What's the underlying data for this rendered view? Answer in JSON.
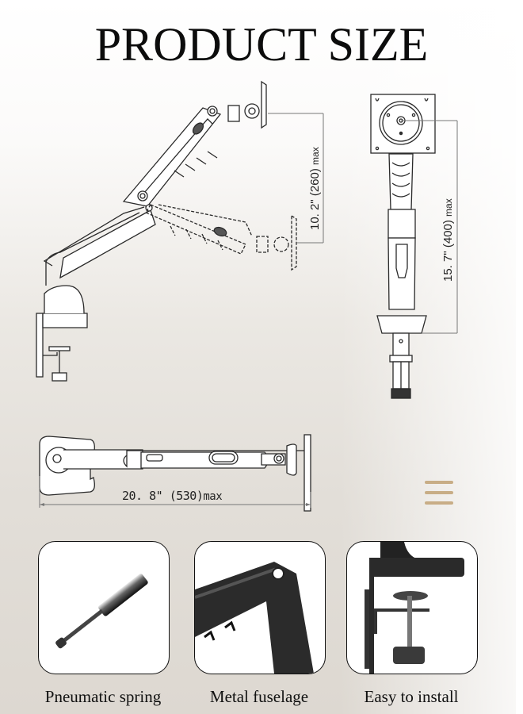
{
  "title": "PRODUCT SIZE",
  "dimensions": {
    "lift_range": {
      "value": "10. 2\" (260)",
      "unit_suffix": "max"
    },
    "height": {
      "value": "15. 7\" (400)",
      "unit_suffix": "max"
    },
    "extension": {
      "value": "20. 8\" (530)",
      "unit_suffix": "max"
    }
  },
  "menu_icon": "hamburger-menu-icon",
  "features": [
    {
      "label": "Pneumatic spring",
      "image": "gas-spring-photo"
    },
    {
      "label": "Metal fuselage",
      "image": "arm-joint-photo"
    },
    {
      "label": "Easy to install",
      "image": "desk-clamp-photo"
    }
  ],
  "colors": {
    "title_text": "#0c0c0c",
    "menu_icon": "#c8ad86",
    "card_border": "#111111",
    "background_bottom": "#ddd8d1"
  }
}
